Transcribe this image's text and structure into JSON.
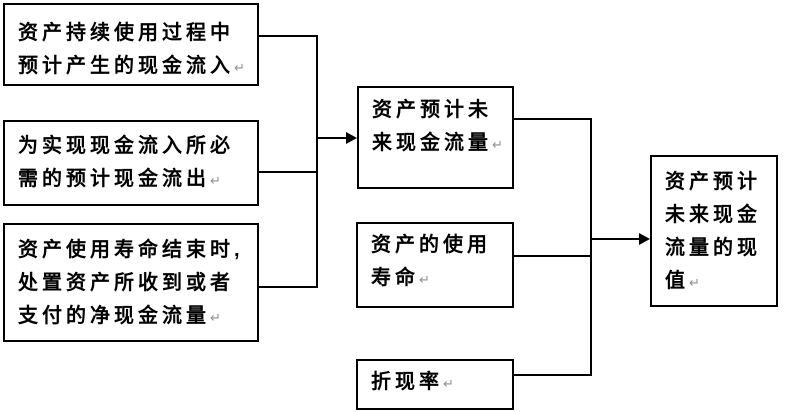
{
  "diagram": {
    "background_color": "#ffffff",
    "line_color": "#000000",
    "return_mark": "↵",
    "return_mark_color": "#909090",
    "boxes": {
      "expected_cash_inflow": {
        "text": "资产持续使用过程中\n预计产生的现金流入"
      },
      "required_cash_outflow": {
        "text": "为实现现金流入所必\n需的预计现金流出"
      },
      "disposal_net_cashflow": {
        "text": "资产使用寿命结束时,\n处置资产所收到或者\n支付的净现金流量"
      },
      "expected_future_cashflow": {
        "text": "资产预计未\n来现金流量"
      },
      "asset_useful_life": {
        "text": "资产的使用\n寿命"
      },
      "discount_rate": {
        "text": "折现率"
      },
      "present_value": {
        "text": "资产预计\n未来现金\n流量的现\n值"
      }
    }
  }
}
